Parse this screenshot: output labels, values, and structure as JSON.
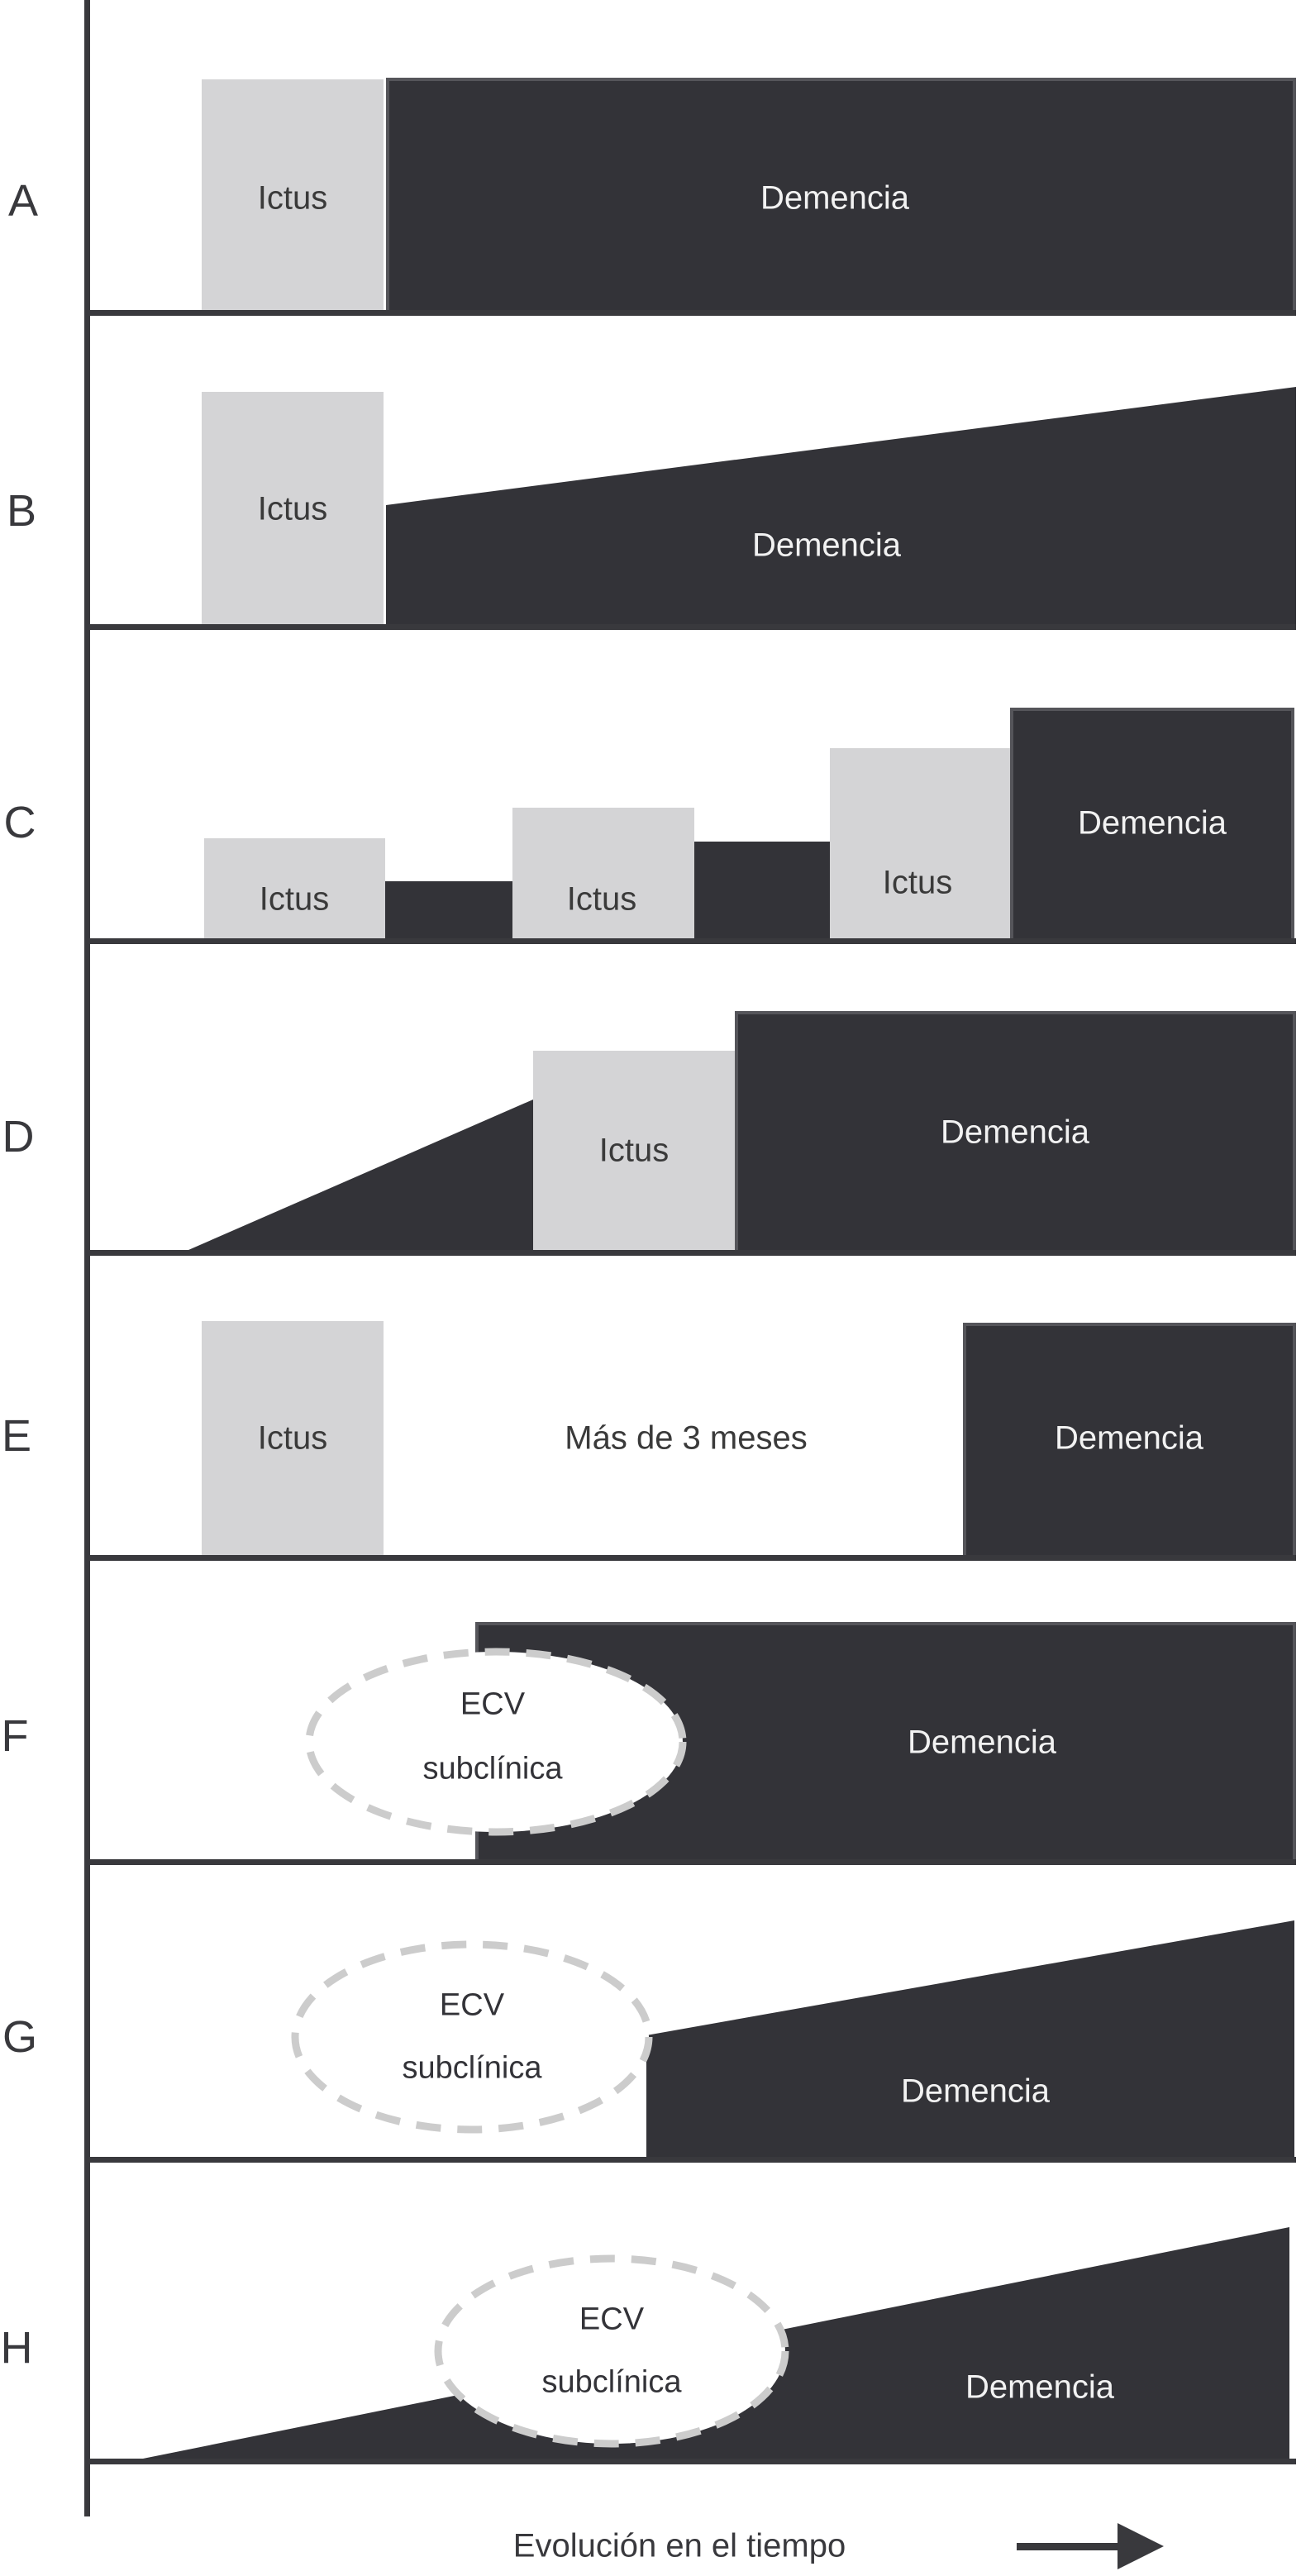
{
  "panels": [
    {
      "letter": "A",
      "items": [
        {
          "label": "Ictus"
        },
        {
          "label": "Demencia"
        }
      ]
    },
    {
      "letter": "B",
      "items": [
        {
          "label": "Ictus"
        },
        {
          "label": "Demencia"
        }
      ]
    },
    {
      "letter": "C",
      "items": [
        {
          "label": "Ictus"
        },
        {
          "label": "Ictus"
        },
        {
          "label": "Ictus"
        },
        {
          "label": "Demencia"
        }
      ]
    },
    {
      "letter": "D",
      "items": [
        {
          "label": "Ictus"
        },
        {
          "label": "Demencia"
        }
      ]
    },
    {
      "letter": "E",
      "items": [
        {
          "label": "Ictus"
        },
        {
          "label": "Más de 3 meses"
        },
        {
          "label": "Demencia"
        }
      ]
    },
    {
      "letter": "F",
      "items": [
        {
          "line1": "ECV",
          "line2": "subclínica"
        },
        {
          "label": "Demencia"
        }
      ]
    },
    {
      "letter": "G",
      "items": [
        {
          "line1": "ECV",
          "line2": "subclínica"
        },
        {
          "label": "Demencia"
        }
      ]
    },
    {
      "letter": "H",
      "items": [
        {
          "line1": "ECV",
          "line2": "subclínica"
        },
        {
          "label": "Demencia"
        }
      ]
    }
  ],
  "caption": {
    "text": "Evolución en el tiempo"
  },
  "colors": {
    "dark_fill": "#333338",
    "dark_edge": "#55555a",
    "light_fill": "#d4d4d6",
    "axis": "#39393d",
    "dashed_ellipse": "#cccccc",
    "text_dark": "#3a3a3a",
    "text_light": "#f2f2f2"
  }
}
